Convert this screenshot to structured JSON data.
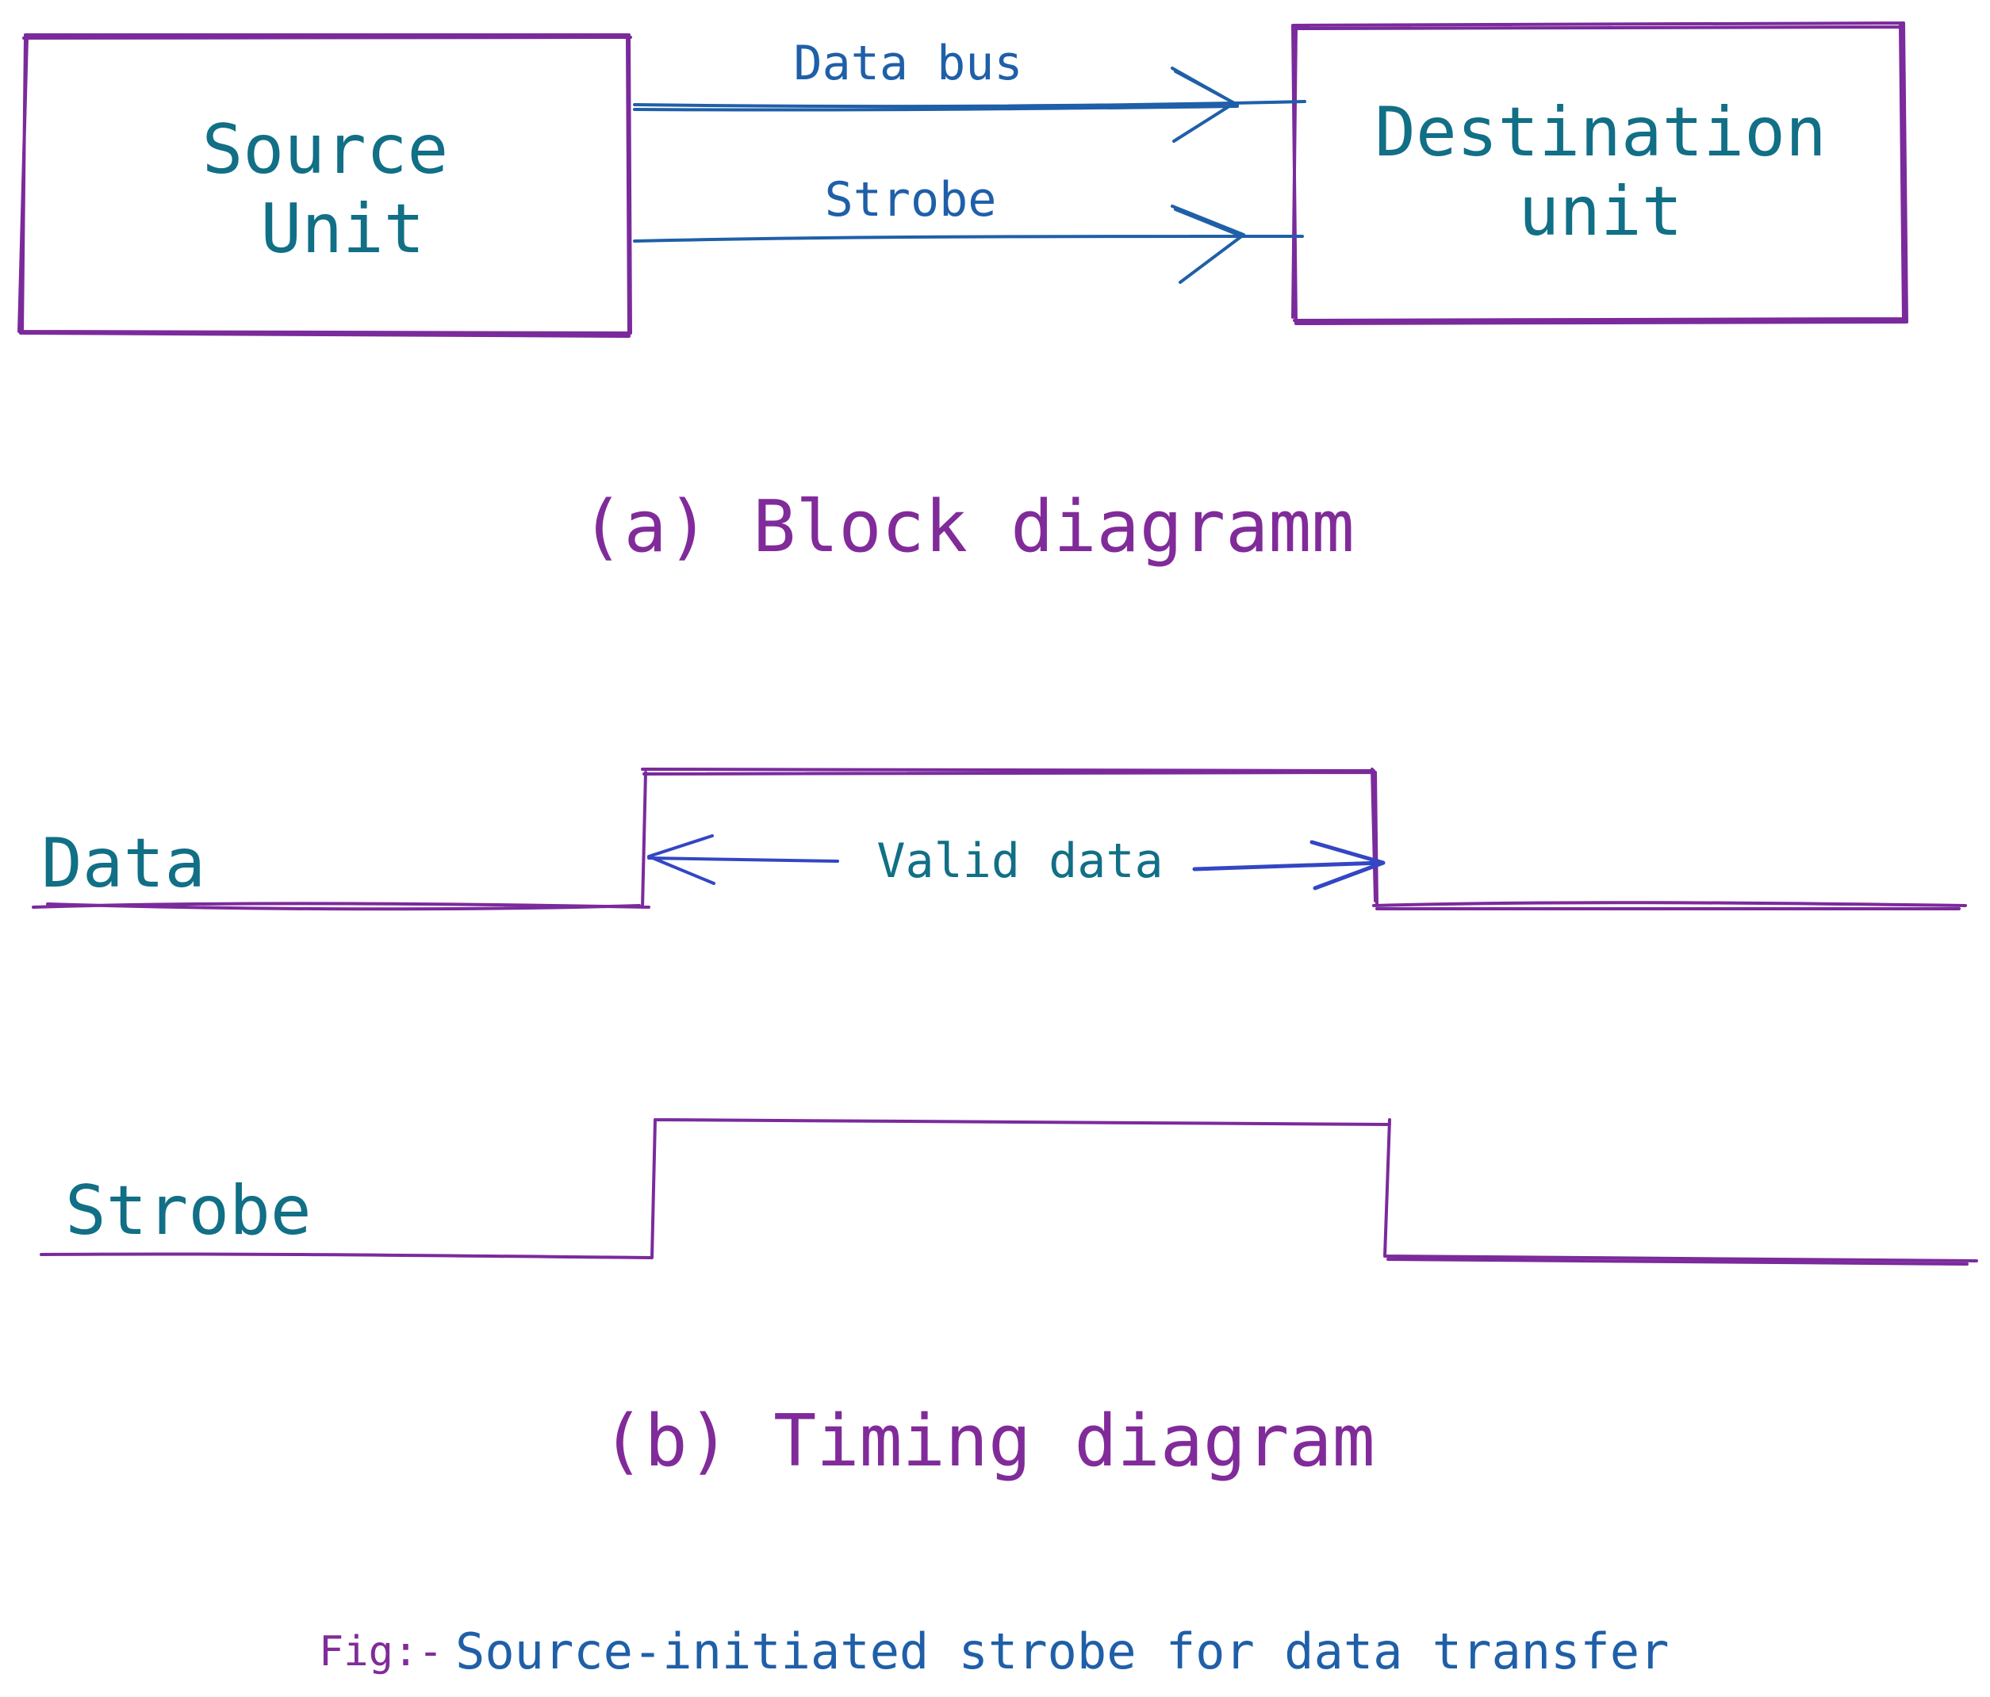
{
  "colors": {
    "box_border": "#7b2a9c",
    "wire": "#1f5fa8",
    "label_teal": "#116f86",
    "caption_purple": "#812b9a",
    "arrow_blue": "#3346c4",
    "fig_blue": "#1f5fa8"
  },
  "block_diagram": {
    "source_unit": {
      "line1": "Source",
      "line2": "Unit"
    },
    "destination_unit": {
      "line1": "Destination",
      "line2": "unit"
    },
    "data_bus_label": "Data bus",
    "strobe_label": "Strobe",
    "caption": "(a) Block diagramm"
  },
  "timing_diagram": {
    "data_label": "Data",
    "valid_data_label": "Valid data",
    "strobe_label": "Strobe",
    "caption": "(b) Timing diagram"
  },
  "figure_caption": {
    "prefix": "Fig:-",
    "text": "Source-initiated strobe for data transfer"
  }
}
